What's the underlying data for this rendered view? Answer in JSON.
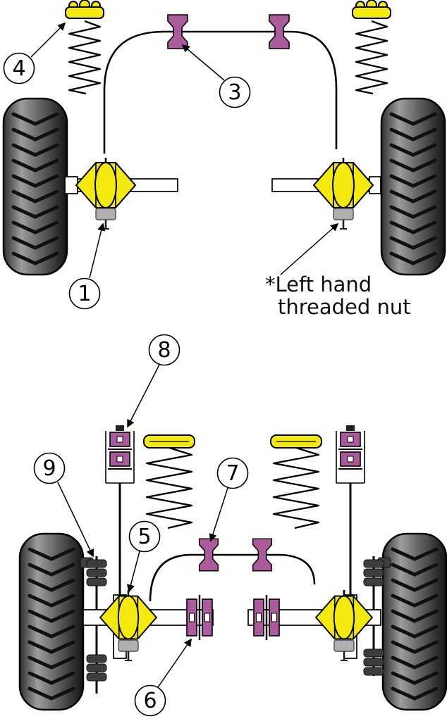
{
  "diagram": {
    "callouts": {
      "c1": "1",
      "c3": "3",
      "c4": "4",
      "c5": "5",
      "c6": "6",
      "c7": "7",
      "c8": "8",
      "c9": "9"
    },
    "note": {
      "line1": "*Left hand",
      "line2": "threaded nut"
    }
  },
  "colors": {
    "bush_yellow": "#f3e90e",
    "bush_purple": "#ab5a9c",
    "part_gray": "#b0b0b0",
    "part_dark": "#3d3d3d",
    "outline": "#000000"
  }
}
